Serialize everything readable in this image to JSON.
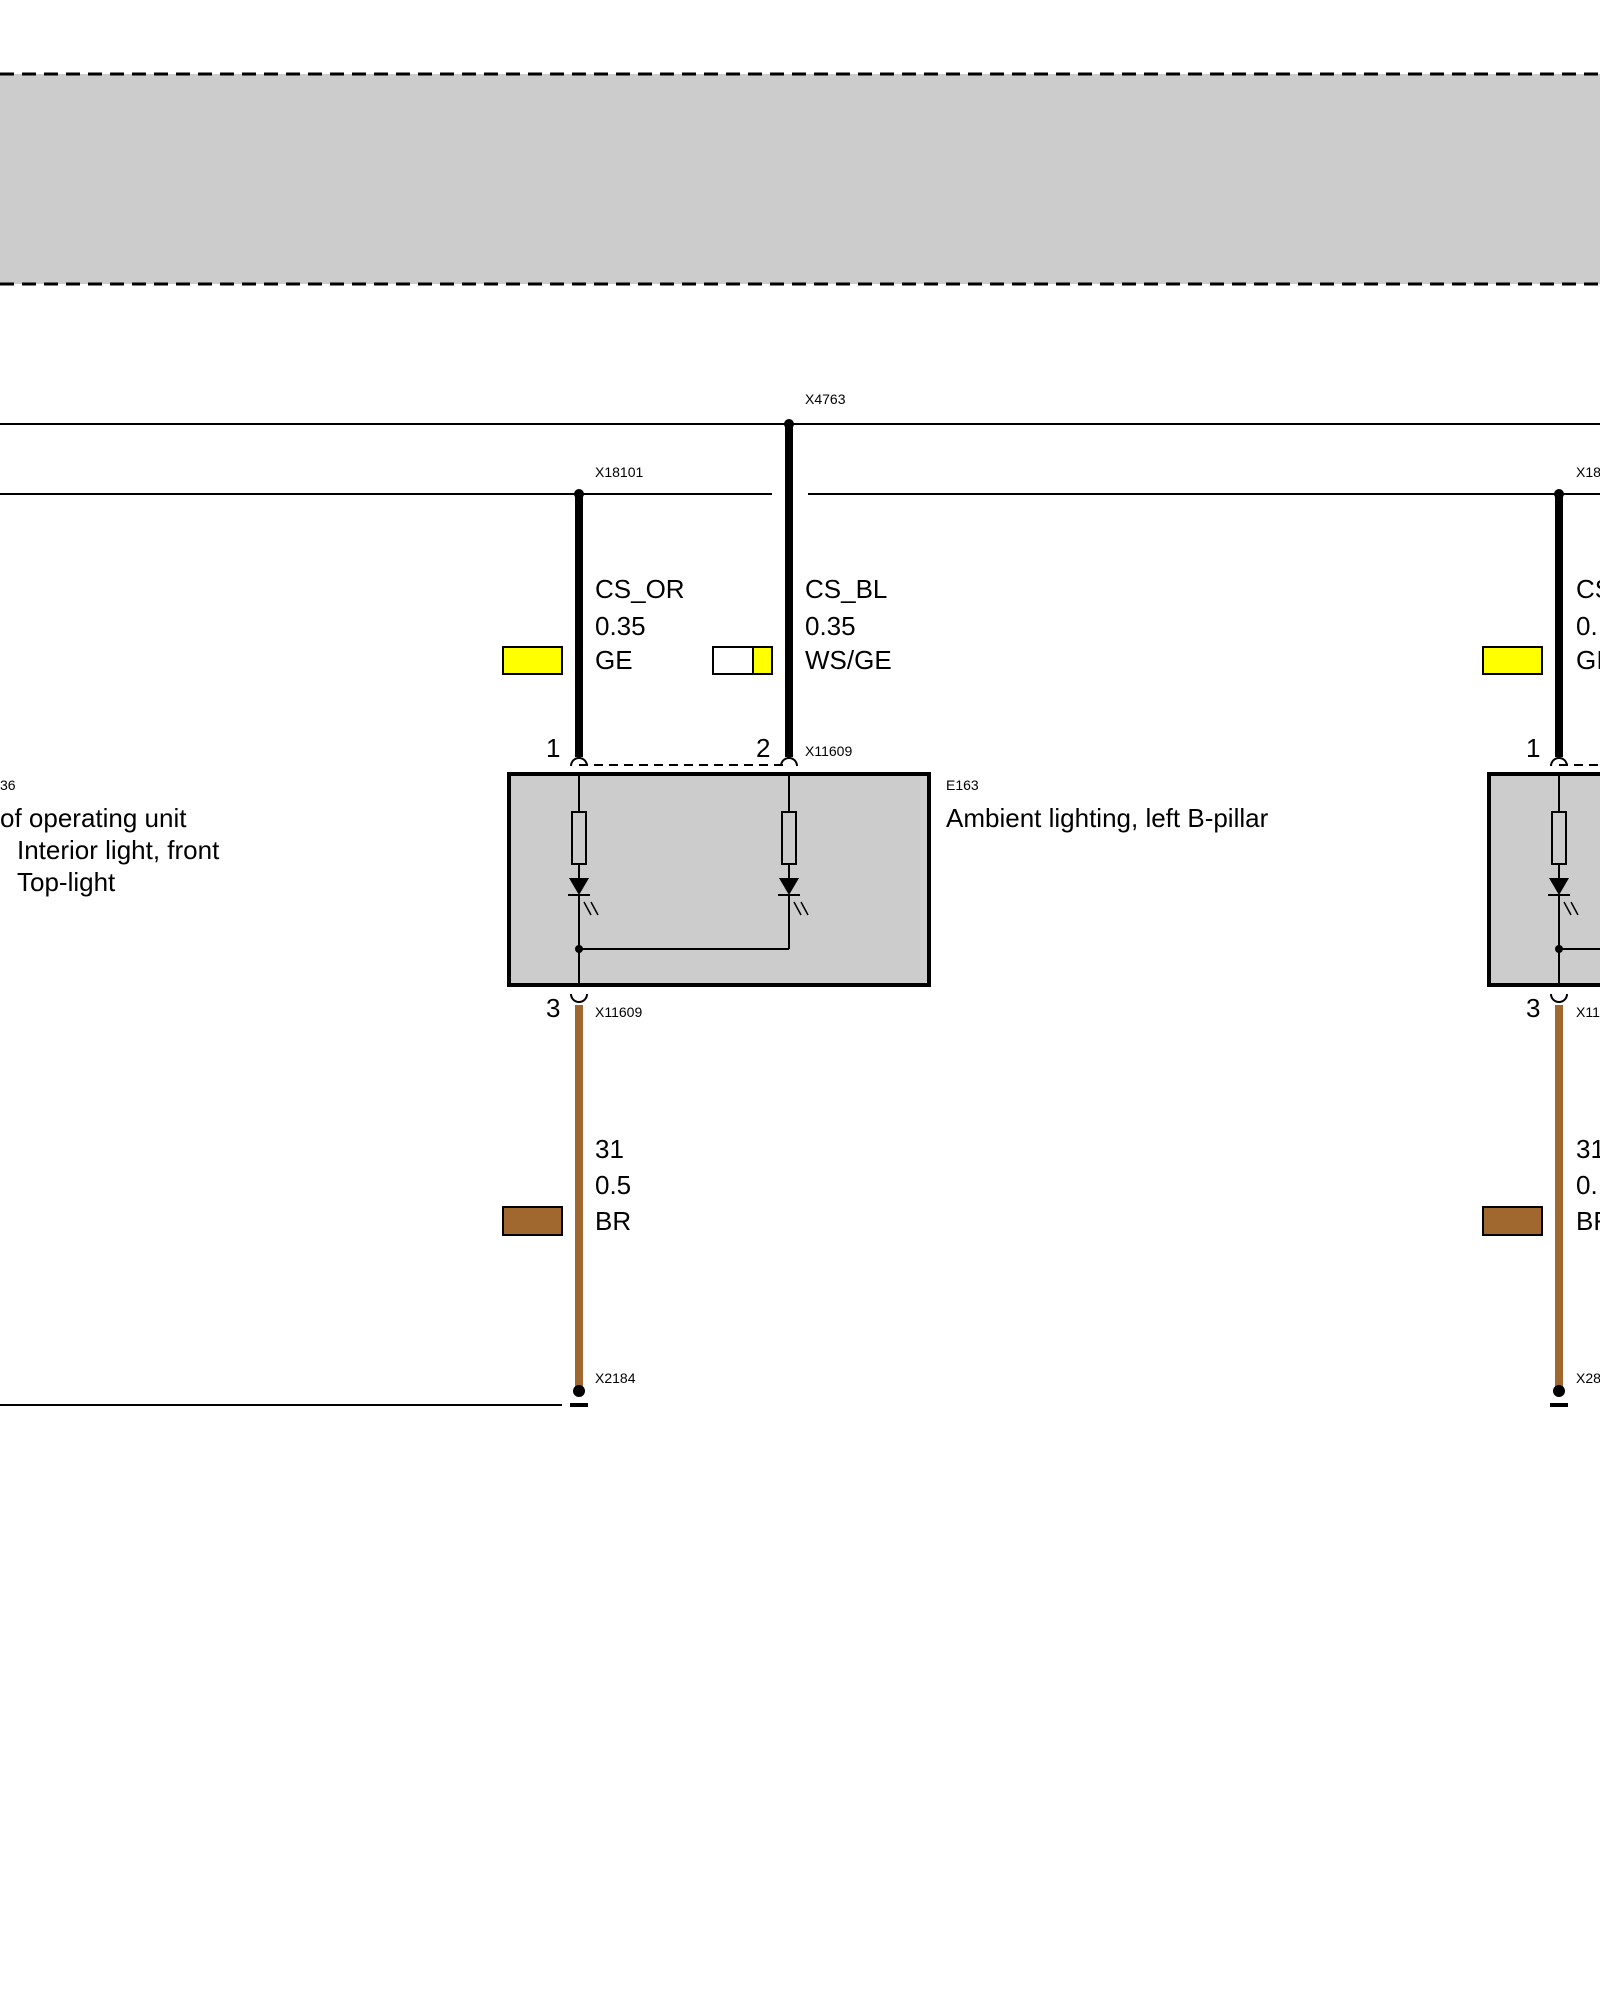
{
  "connectors": {
    "x4763": "X4763",
    "x18101_left": "X18101",
    "x18101_right": "X18",
    "x11609_top": "X11609",
    "x11609_bottom_left": "X11609",
    "x11609_bottom_right": "X11",
    "x2184_left": "X2184",
    "x2184_right": "X28",
    "left_partial": "36"
  },
  "components": {
    "left_module": {
      "line1": "of operating unit",
      "line2": "Interior light, front",
      "line3": "Top-light"
    },
    "e163": {
      "id": "E163",
      "name": "Ambient lighting, left B-pillar"
    }
  },
  "wires": {
    "left_pin1": {
      "signal": "CS_OR",
      "gauge": "0.35",
      "color_code": "GE",
      "swatch": "#ffff00"
    },
    "left_pin2": {
      "signal": "CS_BL",
      "gauge": "0.35",
      "color_code": "WS/GE",
      "swatch_a": "#ffffff",
      "swatch_b": "#ffff00"
    },
    "left_pin3": {
      "signal": "31",
      "gauge": "0.5",
      "color_code": "BR",
      "swatch": "#a0682f"
    },
    "right_pin1": {
      "signal": "CS",
      "gauge": "0.",
      "color_code": "GI"
    },
    "right_pin3": {
      "signal": "31",
      "gauge": "0.",
      "color_code": "BF"
    }
  },
  "pins": {
    "p1_left": "1",
    "p2_left": "2",
    "p3_left": "3",
    "p1_right": "1",
    "p3_right": "3"
  },
  "colors": {
    "housing_fill": "#cccccc",
    "wire_black": "#000000",
    "wire_brown": "#a0682f",
    "yellow": "#ffff00"
  }
}
